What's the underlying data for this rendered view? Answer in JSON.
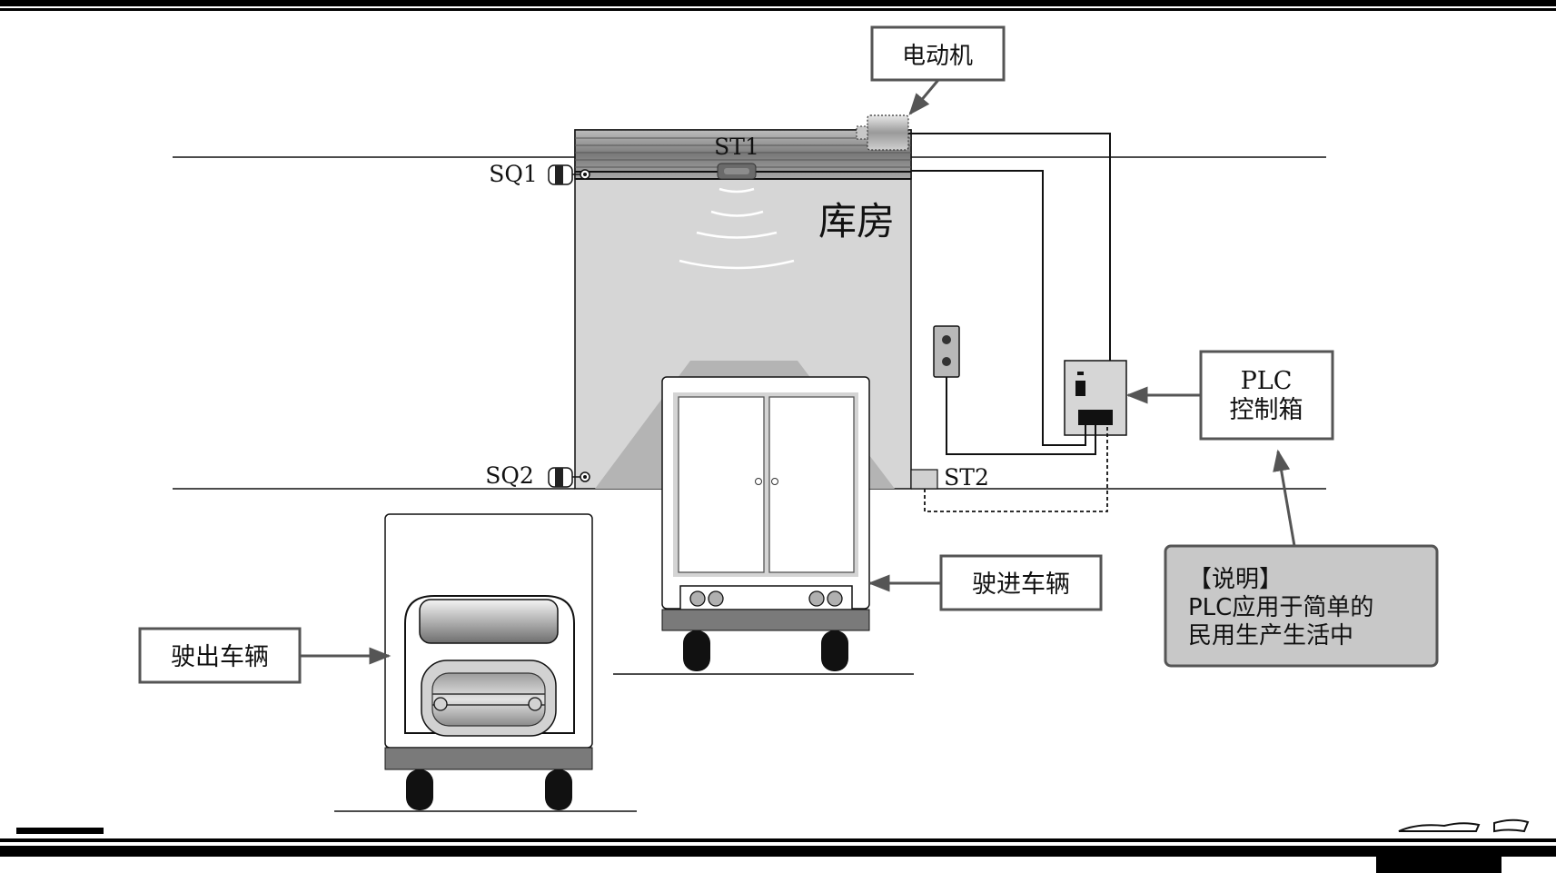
{
  "labels": {
    "motor": "电动机",
    "st1": "ST1",
    "st2": "ST2",
    "sq1": "SQ1",
    "sq2": "SQ2",
    "warehouse": "库房",
    "plc_line1": "PLC",
    "plc_line2": "控制箱",
    "vehicle_in": "驶进车辆",
    "vehicle_out": "驶出车辆"
  },
  "note": {
    "title": "【说明】",
    "line1": "PLC应用于简单的",
    "line2": "民用生产生活中"
  },
  "colors": {
    "door": "#d6d6d6",
    "note_box": "#c8c8c8",
    "wire": "#111111",
    "frame": "#000000"
  },
  "icons": {
    "motor": "motor-icon",
    "limit_switch": "limit-switch-icon",
    "sensor": "sensor-icon",
    "button_panel": "button-panel-icon"
  }
}
